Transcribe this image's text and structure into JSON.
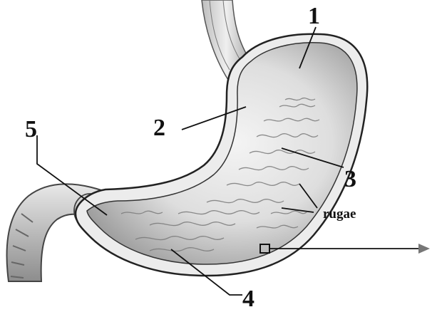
{
  "labels": {
    "l1": "1",
    "l2": "2",
    "l3": "3",
    "l4": "4",
    "l5": "5",
    "rugae": "rugae"
  }
}
